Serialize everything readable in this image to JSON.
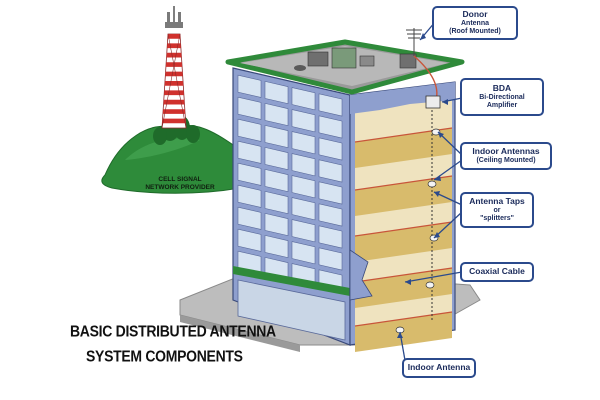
{
  "title": {
    "line1": "BASIC DISTRIBUTED ANTENNA",
    "line2": "SYSTEM COMPONENTS"
  },
  "hill_label": {
    "line1": "CELL SIGNAL",
    "line2": "NETWORK PROVIDER"
  },
  "callouts": {
    "donor": {
      "line1": "Donor",
      "line2": "Antenna",
      "line3": "(Roof Mounted)"
    },
    "bda": {
      "line1": "BDA",
      "line2": "Bi-Directional",
      "line3": "Amplifier"
    },
    "indoor_ceiling": {
      "line1": "Indoor Antennas",
      "line2": "(Ceiling Mounted)"
    },
    "taps": {
      "line1": "Antenna Taps",
      "line2": "or",
      "line3": "\"splitters\""
    },
    "coax": {
      "line1": "Coaxial Cable"
    },
    "indoor": {
      "line1": "Indoor Antenna"
    }
  },
  "colors": {
    "building_frame": "#8e9fce",
    "glass": "#d7e4f2",
    "roof_trim": "#2f8a3a",
    "floor": "#d8bb6c",
    "ground": "#bfbfbf",
    "hill": "#2e8b3a",
    "tower_red": "#d0312d",
    "callout_border": "#2b4a8c",
    "cable": "#c8553a"
  }
}
